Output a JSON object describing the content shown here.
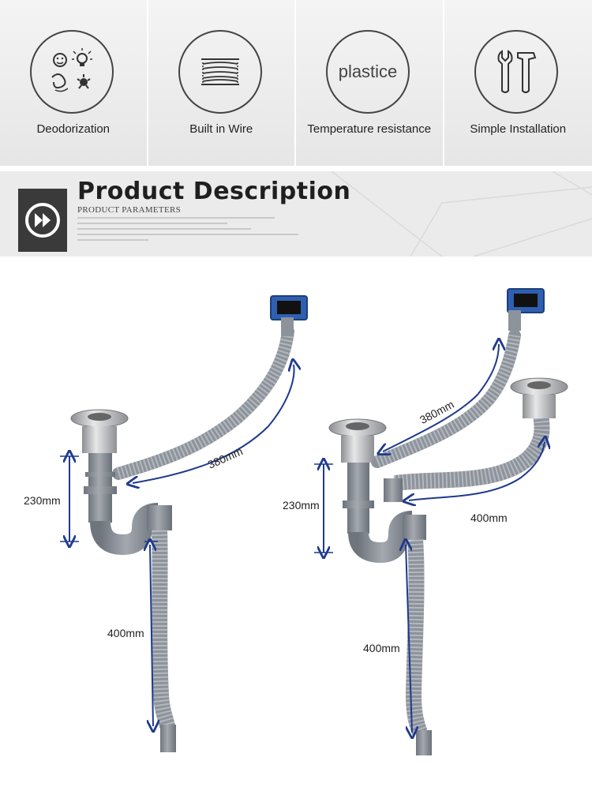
{
  "features": [
    {
      "label": "Deodorization",
      "icon": "deodorization-icon"
    },
    {
      "label": "Built in Wire",
      "icon": "wire-spring-icon"
    },
    {
      "label": "Temperature resistance",
      "icon": "plastice-text",
      "circle_text": "plastice"
    },
    {
      "label": "Simple Installation",
      "icon": "tools-icon"
    }
  ],
  "banner": {
    "title": "Product Description",
    "subtitle": "PRODUCT PARAMETERS",
    "icon": "fast-forward-icon"
  },
  "left_product": {
    "dims": {
      "overflow_hose": "380mm",
      "height": "230mm",
      "drain_hose": "400mm"
    }
  },
  "right_product": {
    "dims": {
      "overflow_hose": "380mm",
      "height": "230mm",
      "connector_hose": "400mm",
      "drain_hose": "400mm"
    }
  },
  "colors": {
    "dimension_line": "#1f3a8c",
    "pipe": "#8a9099",
    "steel": "#c7c9cc",
    "overflow_blue": "#2f5fb0"
  }
}
